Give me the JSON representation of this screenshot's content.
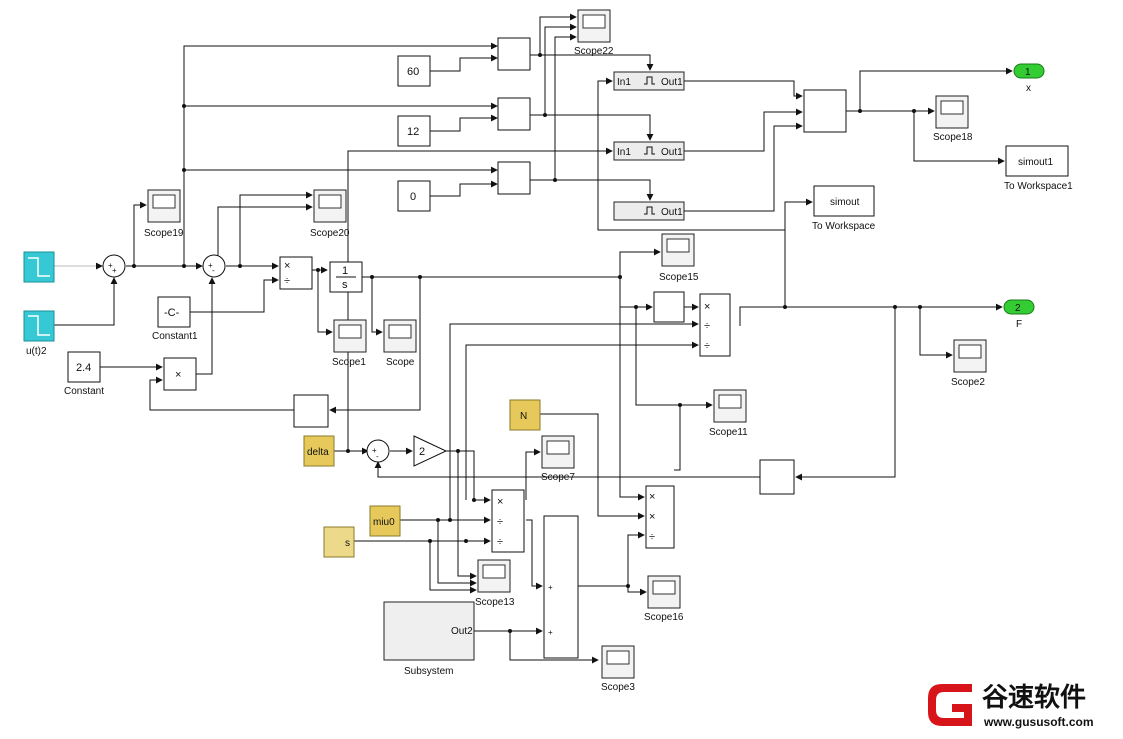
{
  "diagram": {
    "blocks": {
      "const_60": "60",
      "const_12": "12",
      "const_0": "0",
      "const_C": "-C-",
      "const_24": "2.4",
      "gain_2": "2",
      "integrator_num": "1",
      "integrator_den": "s",
      "signal_builder_label": "u(t)2",
      "delta": "delta",
      "miu0": "miu0",
      "s": "s",
      "N": "N",
      "simout": "simout",
      "simout1": "simout1",
      "subsystem_port": "Out2",
      "sub1_in": "In1",
      "sub1_out": "Out1",
      "sub2_in": "In1",
      "sub2_out": "Out1",
      "sub3_out": "Out1",
      "outport1": "1",
      "outport2": "2"
    },
    "labels": {
      "scope22": "Scope22",
      "scope18": "Scope18",
      "scope19": "Scope19",
      "scope20": "Scope20",
      "scope15": "Scope15",
      "scope1": "Scope1",
      "scope": "Scope",
      "scope2": "Scope2",
      "scope11": "Scope11",
      "scope7": "Scope7",
      "scope13": "Scope13",
      "scope16": "Scope16",
      "scope3": "Scope3",
      "constant1": "Constant1",
      "constant": "Constant",
      "u_t_2": "u(t)2",
      "to_workspace": "To Workspace",
      "to_workspace1": "To Workspace1",
      "subsystem": "Subsystem",
      "x": "x",
      "F": "F"
    }
  },
  "watermark": {
    "brand": "谷速软件",
    "url": "www.gususoft.com",
    "color": "#d8141b"
  }
}
